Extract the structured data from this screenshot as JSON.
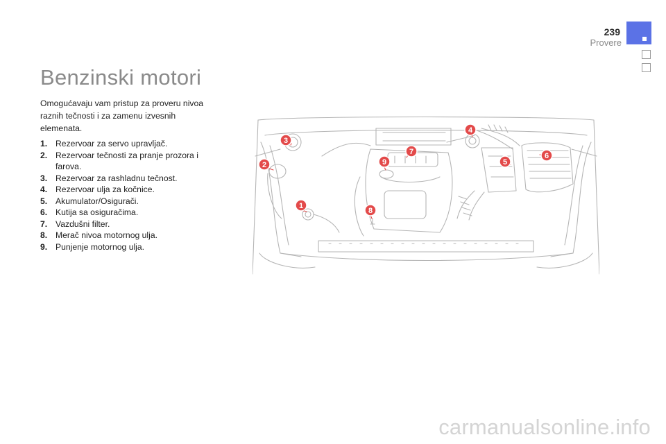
{
  "header": {
    "page_number": "239",
    "section": "Provere"
  },
  "colors": {
    "accent": "#5b72e6",
    "callout": "#e34a4a",
    "title_gray": "#8a8a8a"
  },
  "content": {
    "title": "Benzinski motori",
    "intro": "Omogućavaju vam pristup za proveru nivoa raznih tečnosti i za zamenu izvesnih elemenata.",
    "items": [
      {
        "num": "1.",
        "text": "Rezervoar za servo upravljač."
      },
      {
        "num": "2.",
        "text": "Rezervoar tečnosti za pranje prozora i farova."
      },
      {
        "num": "3.",
        "text": "Rezervoar za rashladnu tečnost."
      },
      {
        "num": "4.",
        "text": "Rezervoar ulja za kočnice."
      },
      {
        "num": "5.",
        "text": "Akumulator/Osigurači."
      },
      {
        "num": "6.",
        "text": "Kutija sa osiguračima."
      },
      {
        "num": "7.",
        "text": "Vazdušni filter."
      },
      {
        "num": "8.",
        "text": "Merač nivoa motornog ulja."
      },
      {
        "num": "9.",
        "text": "Punjenje motornog ulja."
      }
    ]
  },
  "diagram": {
    "callouts": [
      "1",
      "2",
      "3",
      "4",
      "5",
      "6",
      "7",
      "8",
      "9"
    ]
  },
  "footer": {
    "watermark": "carmanualsonline.info"
  }
}
